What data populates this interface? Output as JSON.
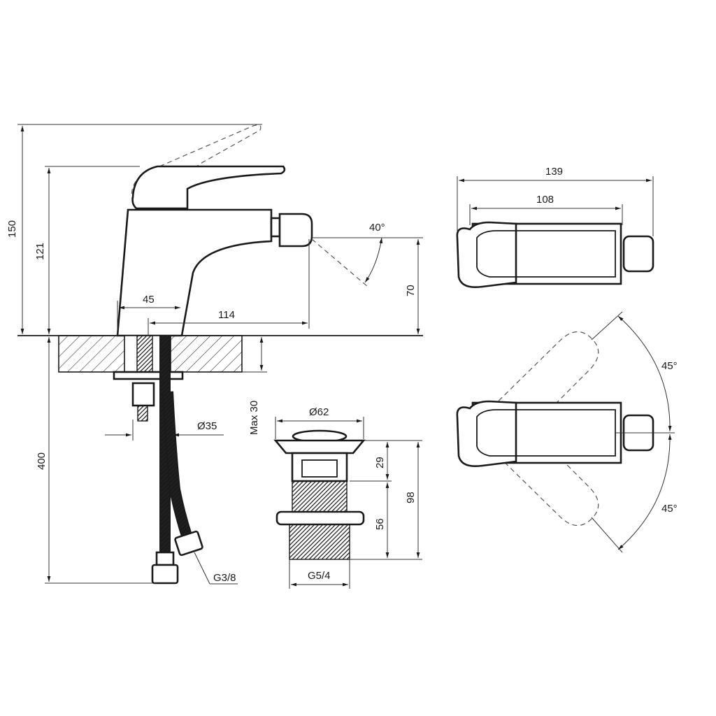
{
  "dimensions": {
    "height_total": "150",
    "height_body": "121",
    "body_width": "45",
    "spout_reach": "114",
    "spout_height": "70",
    "jet_angle": "40°",
    "base_diameter": "Ø35",
    "max_thickness": "Max 30",
    "hose_length": "400",
    "hose_thread": "G3/8",
    "waste_diameter": "Ø62",
    "waste_thread": "G5/4",
    "waste_top": "29",
    "waste_lower": "56",
    "waste_total": "98",
    "top_length": "139",
    "top_length_inner": "108",
    "rotation_left": "45°",
    "rotation_right": "45°"
  }
}
